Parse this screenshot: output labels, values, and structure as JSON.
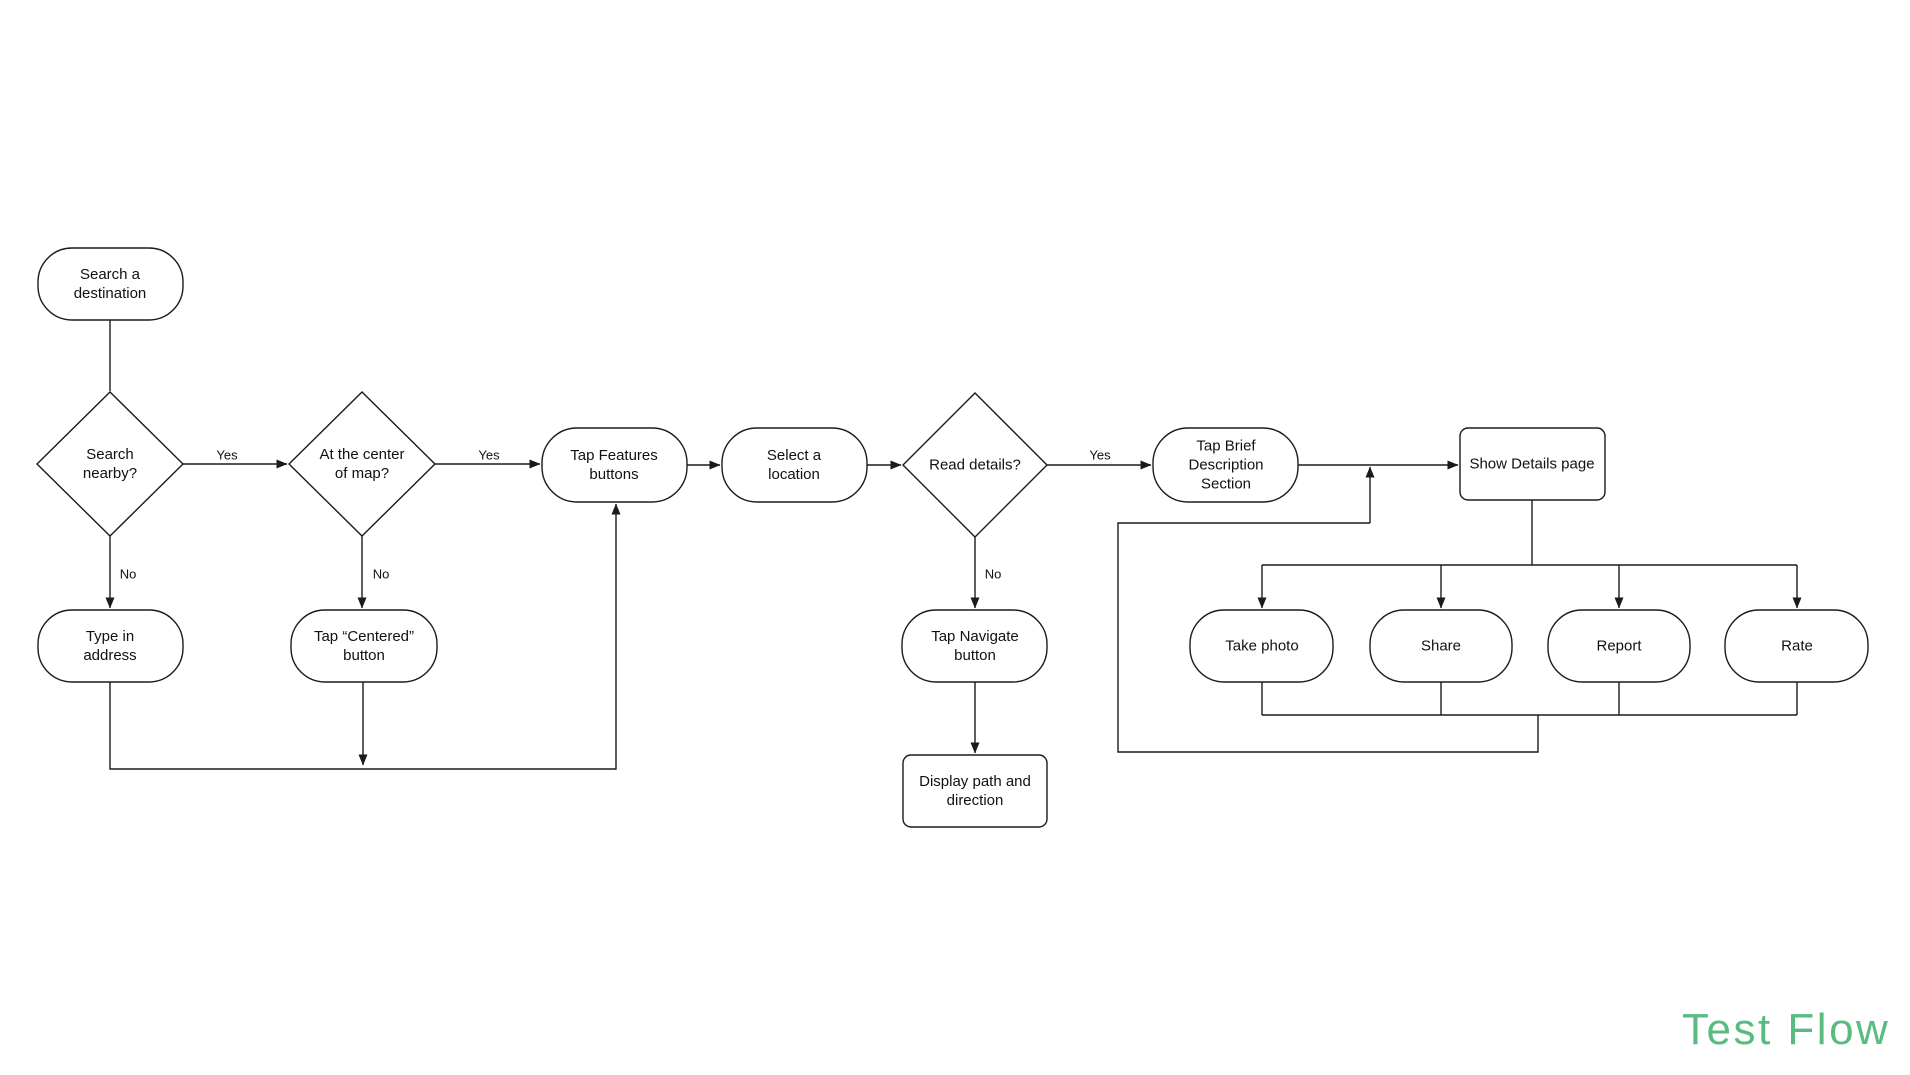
{
  "title": {
    "text": "Test Flow"
  },
  "colors": {
    "stroke": "#1b1b1b",
    "text": "#111111",
    "accent": "#58bb82",
    "background": "#ffffff",
    "shape_fill": "#ffffff"
  },
  "nodes": {
    "search_destination": "Search a\ndestination",
    "search_nearby": "Search\nnearby?",
    "center_of_map": "At the center\nof map?",
    "tap_features": "Tap Features\nbuttons",
    "select_location": "Select a\nlocation",
    "read_details": "Read details?",
    "tap_brief": "Tap Brief\nDescription\nSection",
    "show_details": "Show Details page",
    "type_address": "Type in\naddress",
    "tap_centered": "Tap “Centered”\nbutton",
    "tap_navigate": "Tap Navigate\nbutton",
    "display_path": "Display path and\ndirection",
    "take_photo": "Take photo",
    "share": "Share",
    "report": "Report",
    "rate": "Rate"
  },
  "edge_labels": {
    "yes_nearby": "Yes",
    "yes_center": "Yes",
    "yes_read": "Yes",
    "no_nearby": "No",
    "no_center": "No",
    "no_read": "No"
  }
}
